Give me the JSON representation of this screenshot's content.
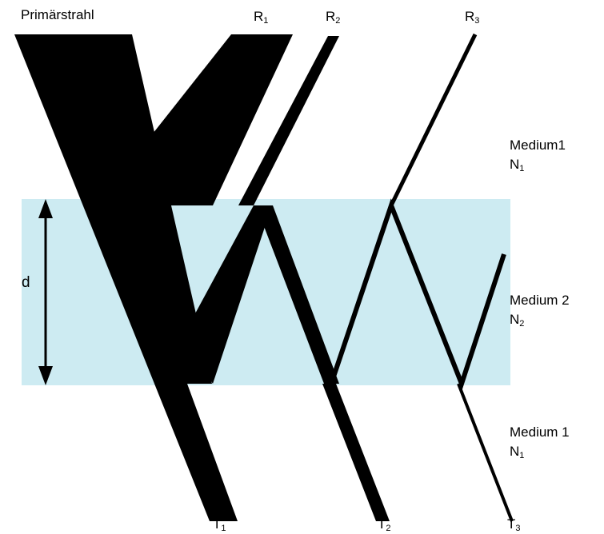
{
  "colors": {
    "layer": "#cdebf2",
    "beam": "#000000",
    "background": "#ffffff"
  },
  "labels": {
    "primary": "Primärstrahl",
    "r1": {
      "base": "R",
      "sub": "1"
    },
    "r2": {
      "base": "R",
      "sub": "2"
    },
    "r3": {
      "base": "R",
      "sub": "3"
    },
    "t1": {
      "base": "T",
      "sub": "1"
    },
    "t2": {
      "base": "T",
      "sub": "2"
    },
    "t3": {
      "base": "T",
      "sub": "3"
    },
    "thickness": "d",
    "medium_top": {
      "name": "Medium1",
      "index": {
        "base": "N",
        "sub": "1"
      }
    },
    "medium_middle": {
      "name": "Medium 2",
      "index": {
        "base": "N",
        "sub": "2"
      }
    },
    "medium_bottom": {
      "name": "Medium 1",
      "index": {
        "base": "N",
        "sub": "1"
      }
    }
  }
}
